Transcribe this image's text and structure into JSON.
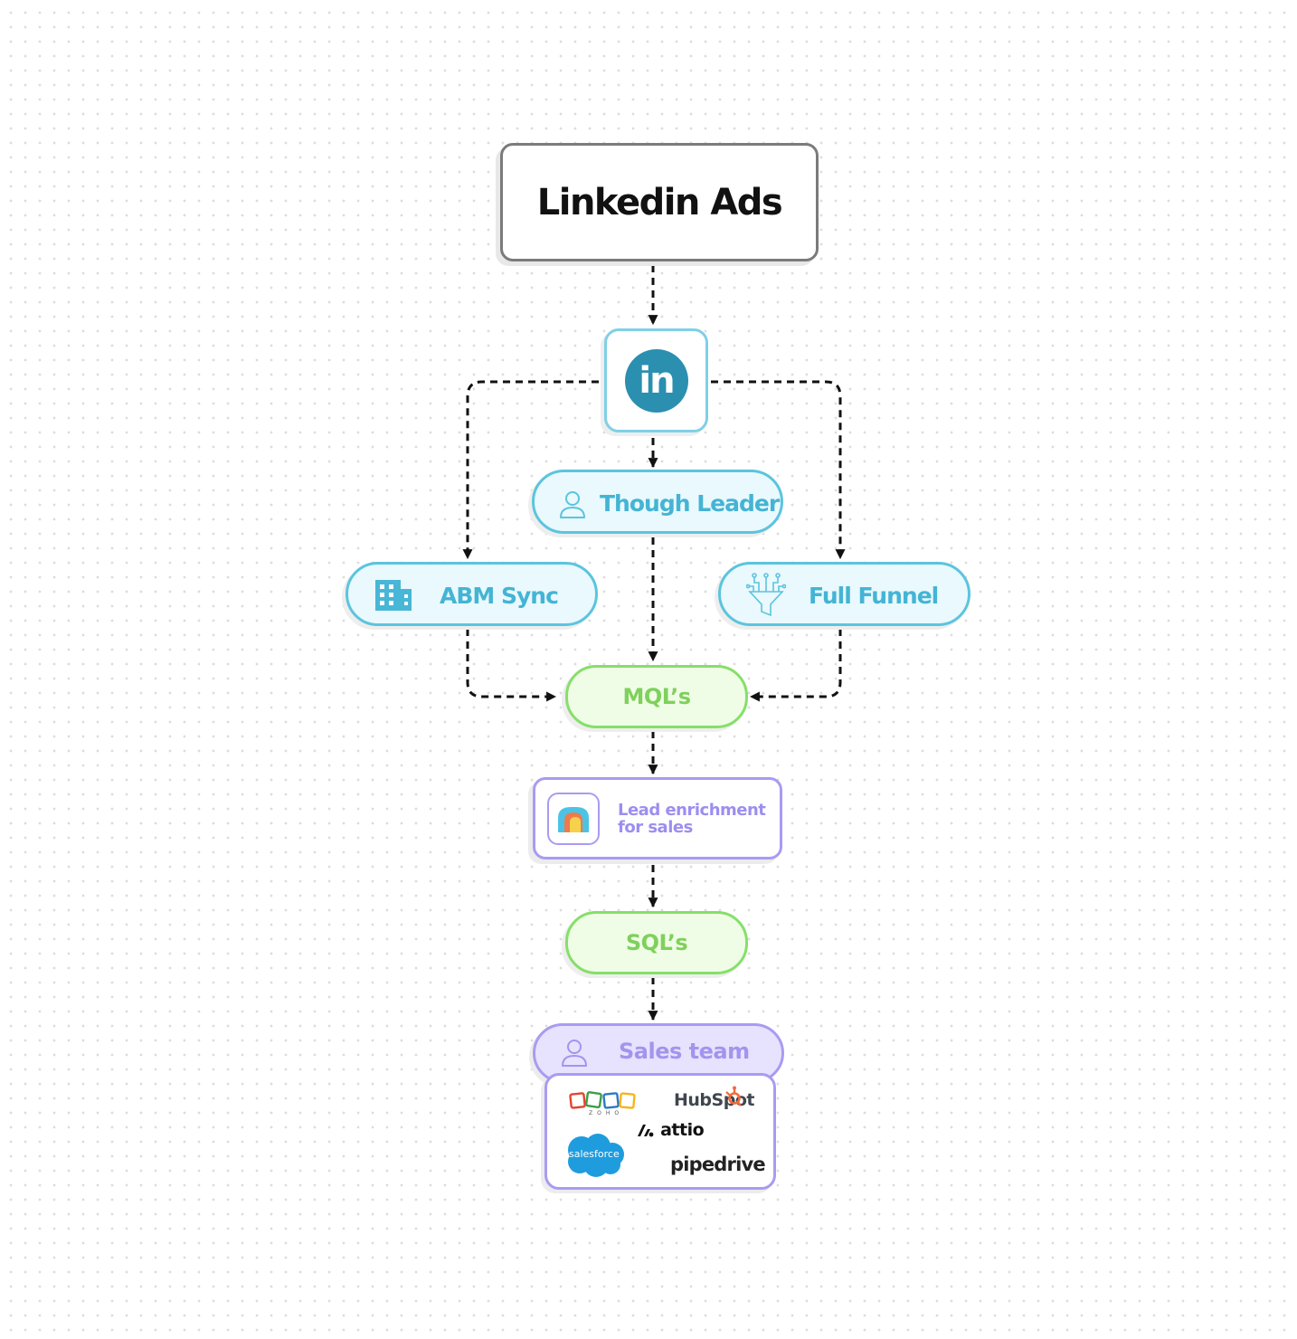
{
  "title": "Linkedin Ads",
  "nodes": {
    "linkedin_logo": "in",
    "though_leader": "Though Leader",
    "abm_sync": "ABM Sync",
    "full_funnel": "Full Funnel",
    "mqls": "MQL’s",
    "lead_enrichment_line1": "Lead enrichment",
    "lead_enrichment_line2": "for sales",
    "sqls": "SQL’s",
    "sales_team": "Sales team"
  },
  "crm_logos": {
    "zoho": "ZOHO",
    "hubspot": "HubSpot",
    "attio": "attio",
    "salesforce": "salesforce",
    "pipedrive": "pipedrive"
  },
  "icons": [
    "linkedin-icon",
    "user-icon",
    "building-icon",
    "funnel-icon",
    "enrichment-icon",
    "user-icon"
  ],
  "colors": {
    "linkedin": "#2b8fb0",
    "blue_node_border": "#5cc4de",
    "blue_node_fill": "#e9f9fd",
    "green_node_border": "#86df6a",
    "green_node_fill": "#effde6",
    "purple_node_border": "#a99bf2",
    "purple_node_fill": "#e7e2fd"
  },
  "edges": [
    {
      "from": "Linkedin Ads",
      "to": "linkedin"
    },
    {
      "from": "linkedin",
      "to": "Though Leader"
    },
    {
      "from": "linkedin",
      "to": "ABM Sync"
    },
    {
      "from": "linkedin",
      "to": "Full Funnel"
    },
    {
      "from": "Though Leader",
      "to": "MQL’s"
    },
    {
      "from": "ABM Sync",
      "to": "MQL’s"
    },
    {
      "from": "Full Funnel",
      "to": "MQL’s"
    },
    {
      "from": "MQL’s",
      "to": "Lead enrichment for sales"
    },
    {
      "from": "Lead enrichment for sales",
      "to": "SQL’s"
    },
    {
      "from": "SQL’s",
      "to": "Sales team"
    }
  ]
}
